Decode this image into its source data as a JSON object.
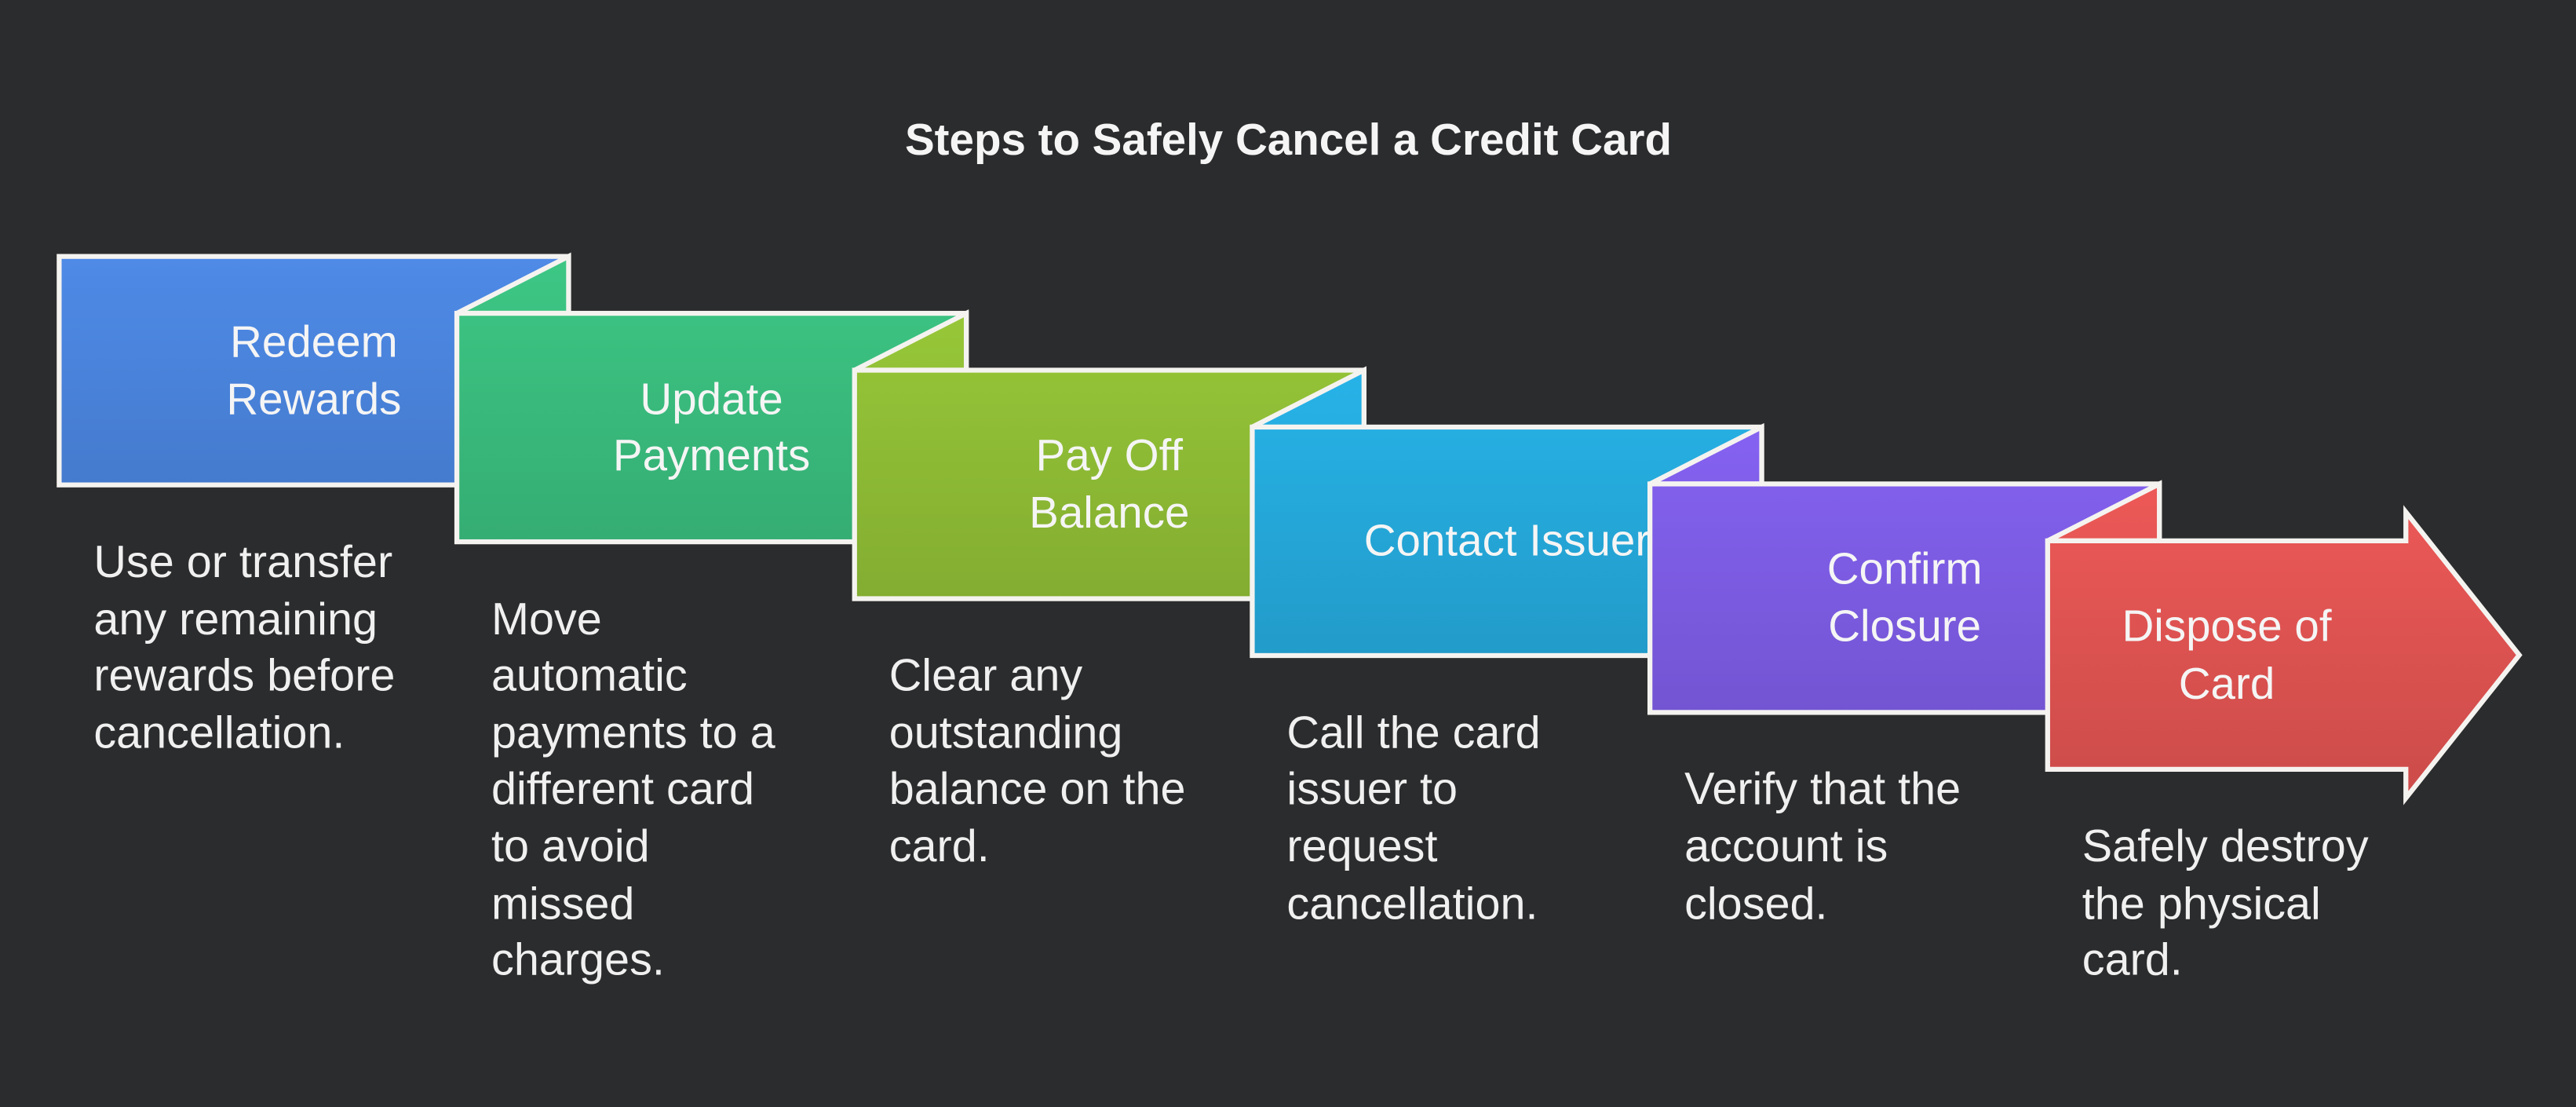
{
  "title": "Steps to Safely Cancel a Credit Card",
  "colors": {
    "background": "#2b2c2d",
    "stroke": "#f5f3f0",
    "title_text": "#f5f5f5",
    "body_text": "#f0f0f0"
  },
  "steps": [
    {
      "label": "Redeem\nRewards",
      "description": "Use or transfer\nany remaining\nrewards before\ncancellation.",
      "color": "#4b86e0",
      "shape": "card"
    },
    {
      "label": "Update\nPayments",
      "description": "Move\nautomatic\npayments to a\ndifferent card\nto avoid\nmissed\ncharges.",
      "color": "#3abc7d",
      "shape": "card"
    },
    {
      "label": "Pay Off\nBalance",
      "description": "Clear any\noutstanding\nbalance on the\ncard.",
      "color": "#8ebc35",
      "shape": "card"
    },
    {
      "label": "Contact Issuer",
      "description": "Call the card\nissuer to\nrequest\ncancellation.",
      "color": "#25a9db",
      "shape": "card"
    },
    {
      "label": "Confirm\nClosure",
      "description": "Verify that the\naccount is\nclosed.",
      "color": "#7d5ce4",
      "shape": "card"
    },
    {
      "label": "Dispose of\nCard",
      "description": "Safely destroy\nthe physical\ncard.",
      "color": "#e05452",
      "shape": "arrow"
    }
  ]
}
